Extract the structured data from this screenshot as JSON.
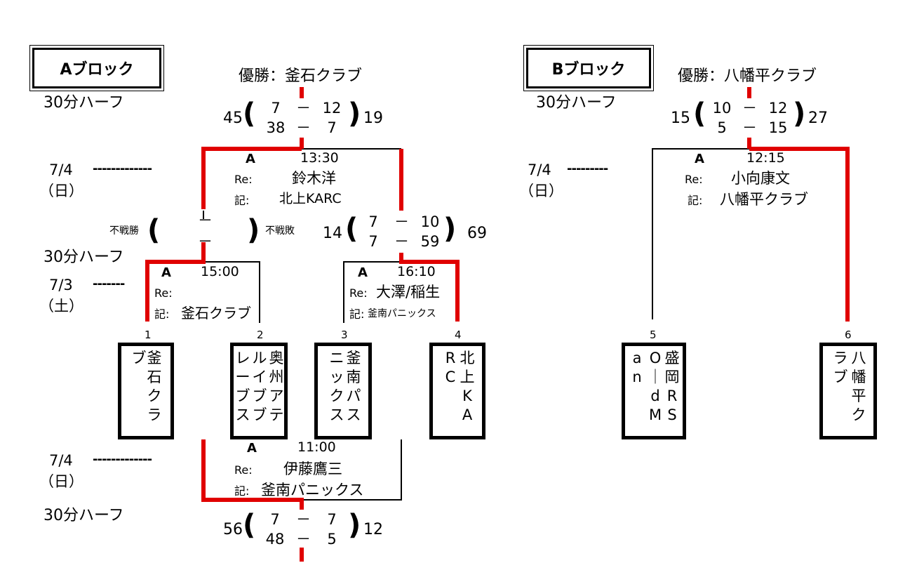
{
  "colors": {
    "winner_line": "#e00000",
    "line": "#000000"
  },
  "block_a": {
    "title": "Aブロック",
    "winner": "優勝：釜石クラブ",
    "half_top": "30分ハーフ",
    "half_mid": "30分ハーフ",
    "half_bot": "30分ハーフ",
    "final": {
      "score_left": "45",
      "h1_left": "7",
      "h2_left": "38",
      "h1_right": "12",
      "h2_right": "7",
      "score_right": "19",
      "info": {
        "court": "A",
        "time": "13:30",
        "re_label": "Re:",
        "referee": "鈴木洋",
        "rec_label": "記:",
        "recorder": "北上KARC"
      },
      "date": "7/4",
      "day": "（日）",
      "dashes": "-------------"
    },
    "semi_left": {
      "left_note": "不戦勝",
      "right_note": "不戦敗",
      "dash1": "－",
      "dash2": "－",
      "info": {
        "court": "A",
        "time": "15:00",
        "re_label": "Re:",
        "referee": "",
        "rec_label": "記:",
        "recorder": "釜石クラブ"
      },
      "date": "7/3",
      "day": "（土）",
      "dashes": "-------"
    },
    "semi_right": {
      "score_left": "14",
      "h1_left": "7",
      "h2_left": "7",
      "h1_right": "10",
      "h2_right": "59",
      "score_right": "69",
      "info": {
        "court": "A",
        "time": "16:10",
        "re_label": "Re:",
        "referee": "大澤/稲生",
        "rec_label": "記:",
        "recorder": "釜南パニックス"
      }
    },
    "third": {
      "score_left": "56",
      "h1_left": "7",
      "h2_left": "48",
      "h1_right": "7",
      "h2_right": "5",
      "score_right": "12",
      "info": {
        "court": "A",
        "time": "11:00",
        "re_label": "Re:",
        "referee": "伊藤鷹三",
        "rec_label": "記:",
        "recorder": "釜南パニックス"
      },
      "date": "7/4",
      "day": "（日）",
      "dashes": "-------------"
    },
    "teams": [
      {
        "seed": "1",
        "col1": [
          "釜",
          "石",
          "ク",
          "ラ"
        ],
        "col2": [
          "ブ"
        ]
      },
      {
        "seed": "2",
        "col1": [
          "奥",
          "州",
          "ア",
          "テ"
        ],
        "col2": [
          "ル",
          "イ",
          "ブ",
          "ブ"
        ],
        "col3": [
          "レ",
          "ー",
          "ブ",
          "ス"
        ]
      },
      {
        "seed": "3",
        "col1": [
          "釜",
          "南",
          "パ",
          "ス"
        ],
        "col2": [
          "ニ",
          "ッ",
          "ク",
          "ス"
        ]
      },
      {
        "seed": "4",
        "col1": [
          "北",
          "上",
          "K",
          "A"
        ],
        "col2": [
          "R",
          "C"
        ]
      }
    ]
  },
  "block_b": {
    "title": "Bブロック",
    "winner": "優勝：八幡平クラブ",
    "half_top": "30分ハーフ",
    "final": {
      "score_left": "15",
      "h1_left": "10",
      "h2_left": "5",
      "h1_right": "12",
      "h2_right": "15",
      "score_right": "27",
      "info": {
        "court": "A",
        "time": "12:15",
        "re_label": "Re:",
        "referee": "小向康文",
        "rec_label": "記:",
        "recorder": "八幡平クラブ"
      },
      "date": "7/4",
      "day": "（日）",
      "dashes": "---------"
    },
    "teams": [
      {
        "seed": "5",
        "col1": [
          "盛",
          "岡",
          "R",
          "S"
        ],
        "col2": [
          "O",
          "｜",
          "d",
          "M"
        ],
        "col3": [
          "a",
          "n"
        ]
      },
      {
        "seed": "6",
        "col1": [
          "八",
          "幡",
          "平",
          "ク"
        ],
        "col2": [
          "ラ",
          "ブ"
        ]
      }
    ]
  }
}
